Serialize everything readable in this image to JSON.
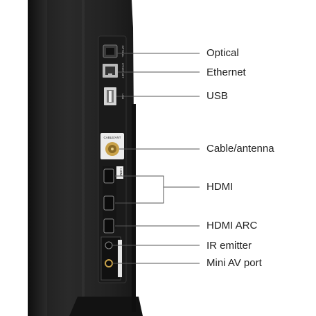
{
  "labels": {
    "optical": "Optical",
    "ethernet": "Ethernet",
    "usb": "USB",
    "cable": "Cable/antenna",
    "hdmi": "HDMI",
    "hdmi_arc": "HDMI ARC",
    "ir": "IR emitter",
    "av": "Mini AV port"
  },
  "port_tags": {
    "optical": "OPTICAL",
    "ethernet": "ETHERNET",
    "usb": "USB",
    "cable": "CABLE/ANT",
    "hdmi": "HDMI"
  },
  "colors": {
    "leader_line": "#555555",
    "tv_body": "#232323",
    "panel": "#1a1a1a",
    "port_metal": "#b9b9b9"
  }
}
